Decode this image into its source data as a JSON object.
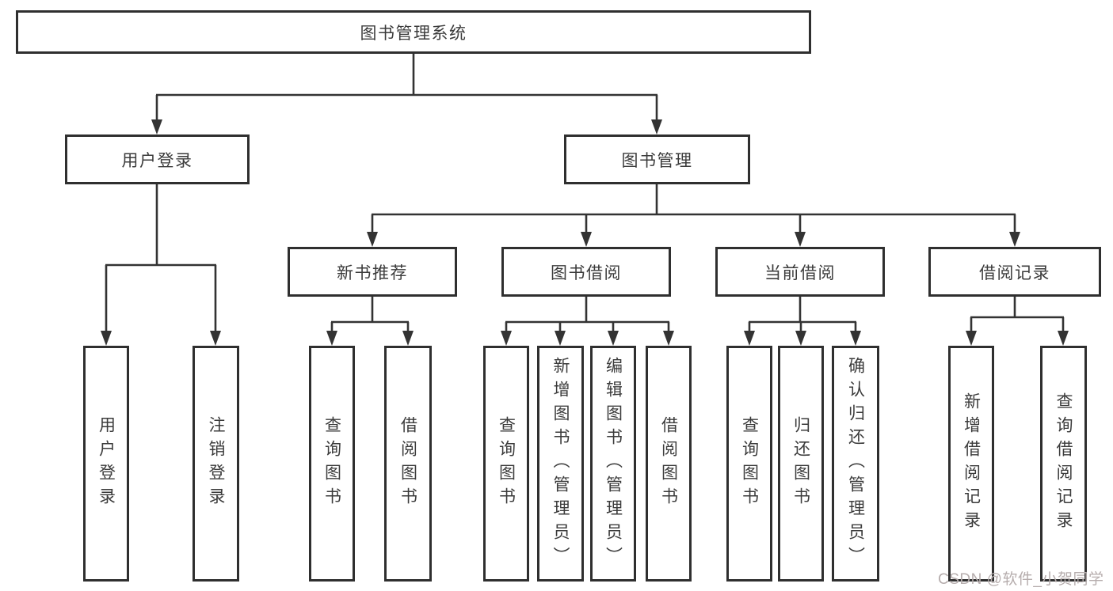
{
  "colors": {
    "line": "#333333",
    "box_border": "#2f2f2f",
    "text": "#3b3b3b",
    "background": "#ffffff",
    "watermark": "#b6adad"
  },
  "diagram": {
    "type": "tree",
    "root": "图书管理系统",
    "level2": {
      "user_login": "用户登录",
      "book_management": "图书管理"
    },
    "level3": {
      "new_books": "新书推荐",
      "book_borrow": "图书借阅",
      "current_borrow": "当前借阅",
      "borrow_records": "借阅记录"
    },
    "leaves": {
      "user_login": [
        "用户登录",
        "注销登录"
      ],
      "new_books": [
        "查询图书",
        "借阅图书"
      ],
      "book_borrow": [
        "查询图书",
        "新增图书（管理员）",
        "编辑图书（管理员）",
        "借阅图书"
      ],
      "current_borrow": [
        "查询图书",
        "归还图书",
        "确认归还（管理员）"
      ],
      "borrow_records": [
        "新增借阅记录",
        "查询借阅记录"
      ]
    }
  },
  "watermark": "CSDN @软件_小贺同学"
}
